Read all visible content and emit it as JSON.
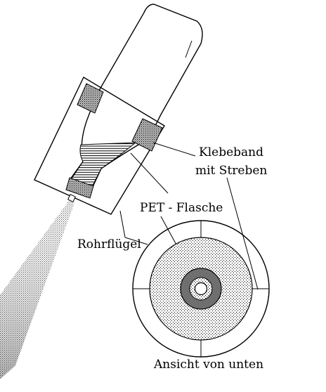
{
  "labels": {
    "tape_line1": "Klebeband",
    "tape_line2": "mit Streben",
    "pet_bottle": "PET - Flasche",
    "tube_wing": "Rohrflügel",
    "bottom_view": "Ansicht von unten"
  },
  "colors": {
    "ink": "#000000",
    "background": "#ffffff",
    "tape_fill": "#9a9a9a",
    "spray": "#8a8a8a",
    "disc_fill": "#c8c8c8",
    "ring_dark": "#707070"
  }
}
